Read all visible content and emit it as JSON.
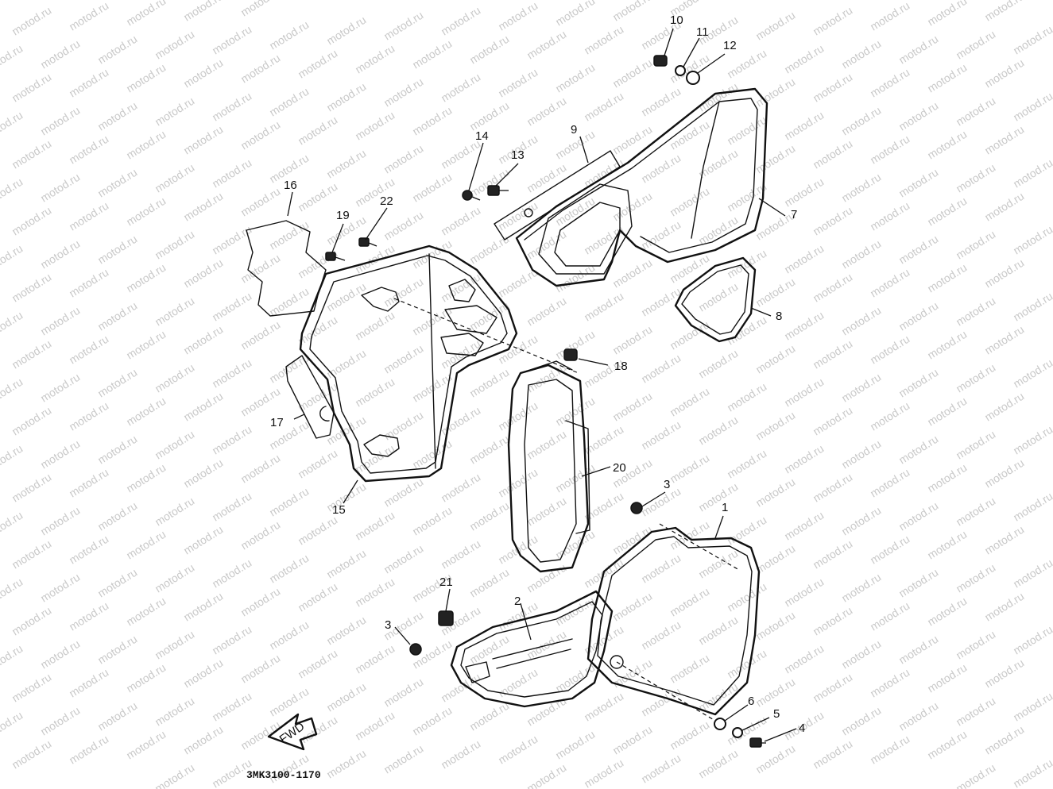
{
  "watermark": {
    "text": "motod.ru"
  },
  "callouts": [
    {
      "id": "c1",
      "label": "1"
    },
    {
      "id": "c2",
      "label": "2"
    },
    {
      "id": "c3a",
      "label": "3"
    },
    {
      "id": "c3b",
      "label": "3"
    },
    {
      "id": "c4",
      "label": "4"
    },
    {
      "id": "c5",
      "label": "5"
    },
    {
      "id": "c6",
      "label": "6"
    },
    {
      "id": "c7",
      "label": "7"
    },
    {
      "id": "c8",
      "label": "8"
    },
    {
      "id": "c9",
      "label": "9"
    },
    {
      "id": "c10",
      "label": "10"
    },
    {
      "id": "c11",
      "label": "11"
    },
    {
      "id": "c12",
      "label": "12"
    },
    {
      "id": "c13",
      "label": "13"
    },
    {
      "id": "c14",
      "label": "14"
    },
    {
      "id": "c15",
      "label": "15"
    },
    {
      "id": "c16",
      "label": "16"
    },
    {
      "id": "c17",
      "label": "17"
    },
    {
      "id": "c18",
      "label": "18"
    },
    {
      "id": "c19",
      "label": "19"
    },
    {
      "id": "c20",
      "label": "20"
    },
    {
      "id": "c21",
      "label": "21"
    },
    {
      "id": "c22",
      "label": "22"
    }
  ],
  "fwd_label": "FWD",
  "diagram_code": "3MK3100-1170",
  "colors": {
    "ink": "#111111",
    "watermark": "#c9c9c9",
    "background": "#ffffff"
  }
}
